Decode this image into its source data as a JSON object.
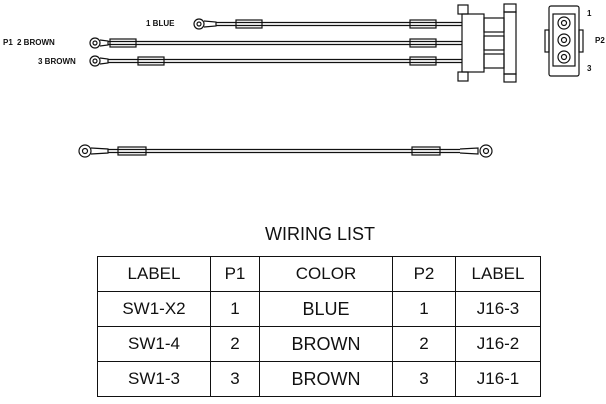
{
  "diagram": {
    "connector_p1_label": "P1",
    "connector_p2_label": "P2",
    "wires": [
      {
        "number": "1",
        "color": "BLUE",
        "tag": "1  BLUE"
      },
      {
        "number": "2",
        "color": "BROWN",
        "tag": "2  BROWN"
      },
      {
        "number": "3",
        "color": "BROWN",
        "tag": "3  BROWN"
      }
    ],
    "p2_pins": [
      "1",
      "3"
    ]
  },
  "wiring_list": {
    "title": "WIRING LIST",
    "headers": [
      "LABEL",
      "P1",
      "COLOR",
      "P2",
      "LABEL"
    ],
    "rows": [
      [
        "SW1-X2",
        "1",
        "BLUE",
        "1",
        "J16-3"
      ],
      [
        "SW1-4",
        "2",
        "BROWN",
        "2",
        "J16-2"
      ],
      [
        "SW1-3",
        "3",
        "BROWN",
        "3",
        "J16-1"
      ]
    ]
  }
}
